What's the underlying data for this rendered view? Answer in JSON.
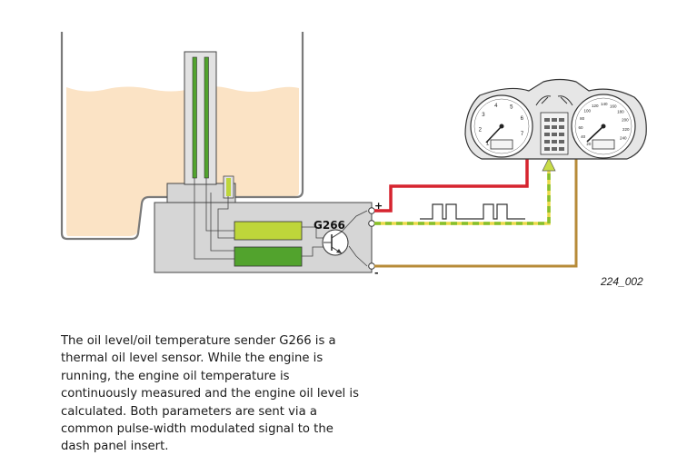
{
  "diagram": {
    "component_label": "G266",
    "figure_number": "224_002",
    "terminal_positive": "+",
    "terminal_negative": "-",
    "colors": {
      "oil": "#fbe3c5",
      "wire_red": "#d6242f",
      "wire_green": "#86bf2c",
      "wire_yellow": "#ecd94a",
      "wire_brown": "#b78b38",
      "element_green": "#52a32d",
      "element_lime": "#bed63a",
      "sensor_body": "#d6d6d6",
      "arrow": "#c8dc47"
    },
    "gauges": {
      "rpm_ticks": [
        "1",
        "2",
        "3",
        "4",
        "5",
        "6",
        "7"
      ],
      "speed_ticks": [
        "20",
        "40",
        "60",
        "80",
        "100",
        "120",
        "140",
        "160",
        "180",
        "200",
        "220",
        "240"
      ]
    }
  },
  "caption": "The oil level/oil temperature sender G266 is a thermal oil level sensor. While the engine is running, the engine oil temperature is continuously measured and the engine oil level is calculated. Both parameters are sent via a common pulse-width modulated signal to the dash panel insert."
}
